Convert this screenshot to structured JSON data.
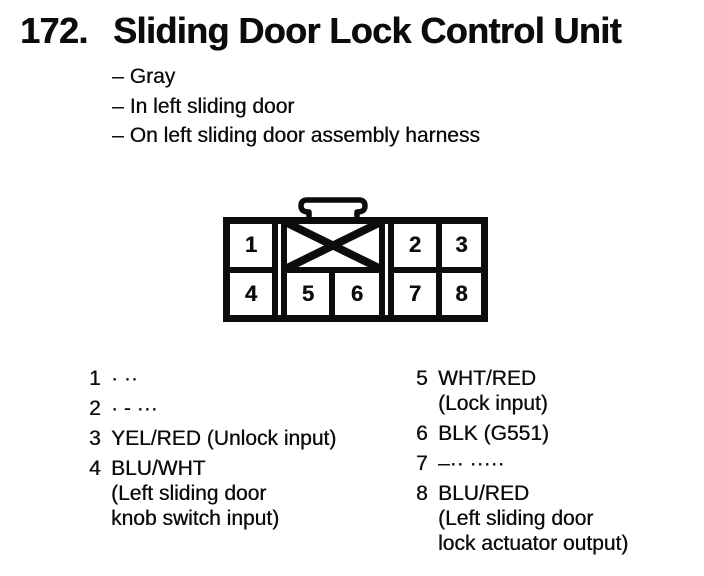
{
  "header": {
    "number": "172.",
    "title": "Sliding Door Lock Control Unit",
    "bullet": "–",
    "notes": [
      "Gray",
      "In left sliding door",
      "On left sliding door assembly harness"
    ]
  },
  "connector": {
    "cells": {
      "c1": "1",
      "c2": "2",
      "c3": "3",
      "c4": "4",
      "c5": "5",
      "c6": "6",
      "c7": "7",
      "c8": "8"
    }
  },
  "pins": {
    "left": [
      {
        "num": "1",
        "lines": [
          "· ··"
        ]
      },
      {
        "num": "2",
        "lines": [
          "· - ···"
        ]
      },
      {
        "num": "3",
        "lines": [
          "YEL/RED (Unlock input)"
        ]
      },
      {
        "num": "4",
        "lines": [
          "BLU/WHT",
          "(Left sliding door",
          "knob switch input)"
        ]
      }
    ],
    "right": [
      {
        "num": "5",
        "lines": [
          "WHT/RED",
          "(Lock input)"
        ]
      },
      {
        "num": "6",
        "lines": [
          "BLK (G551)"
        ]
      },
      {
        "num": "7",
        "lines": [
          "–·· ·····"
        ]
      },
      {
        "num": "8",
        "lines": [
          "BLU/RED",
          "(Left sliding door",
          "lock actuator output)"
        ]
      }
    ]
  },
  "colors": {
    "ink": "#0c0c0c",
    "paper": "#ffffff"
  }
}
